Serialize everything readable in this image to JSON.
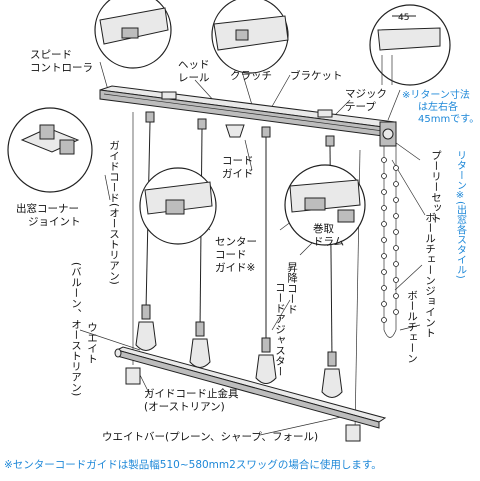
{
  "labels": {
    "speed_controller": "スピード\nコントローラ",
    "head_rail": "ヘッド\nレール",
    "clutch": "クラッチ",
    "bracket": "ブラケット",
    "magic_tape": "マジック\nテープ",
    "return_note": "※リターン寸法\nは左右各\n45mmです。",
    "dimension": "45",
    "return_style": "リターン※(出窓各スタイル)",
    "pulley_set": "プーリーセット",
    "ball_chain_joint": "ボールチェーンジョイント",
    "ball_chain": "ボールチェーン",
    "cord_guide": "コード\nガイド",
    "bay_corner_joint": "出窓コーナー\nジョイント",
    "guide_cord": "ガイドコード(オーストリアン)",
    "center_cord_guide": "センター\nコード\nガイド※",
    "winding_drum": "巻取\nドラム",
    "lift_cord": "昇降コード",
    "cord_adjuster": "コードアジャスター",
    "weight_balloon": "ウエイト\n(バルーン、オーストリアン)",
    "guide_cord_stopper": "ガイドコード止金具\n(オーストリアン)",
    "weight_bar": "ウエイトバー(プレーン、シャープ、フォール)",
    "footnote": "※センターコードガイドは製品幅510~580mm2スワッグの場合に使用します。"
  },
  "colors": {
    "text": "#111111",
    "accent_blue": "#1e88d8",
    "line": "#222222",
    "part_fill": "#e9e9e9",
    "part_shade": "#bdbdbd"
  }
}
